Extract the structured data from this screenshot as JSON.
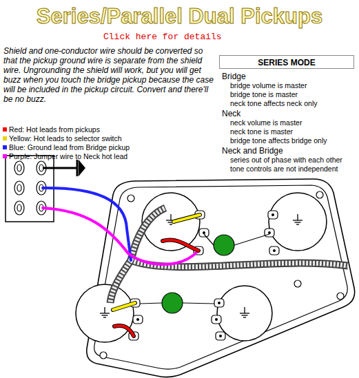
{
  "diagram": {
    "title": "Series/Parallel Dual Pickups",
    "nodes": [
      {
        "text": [
          "SERIES MODE"
        ]
      }
    ],
    "edges": [],
    "labels": [
      "Click here for details",
      "Shield and one-conductor wire should be converted so that the pickup ground wire is separate from the shield wire. Ungrounding the shield will work, but you will get buzz when you touch the bridge pickup because the case will be included in the pickup circuit. Convert and there'll be no buzz.",
      "Bridge",
      "bridge volume is master",
      "bridge tone is master",
      "neck tone affects neck only",
      "Neck",
      "neck volume is master",
      "neck tone is master",
      "bridge tone affects bridge only",
      "Neck and Bridge",
      "series out of phase with each other",
      "tone controls are not independent"
    ],
    "legend": [
      {
        "text": "Red: Hot leads from pickups",
        "color": "#ff0000"
      },
      {
        "text": "Yellow: Hot leads to selector switch",
        "color": "#e6d200"
      },
      {
        "text": "Blue: Ground lead from Bridge pickup",
        "color": "#2222ff"
      },
      {
        "text": "Purple: Jumper wire to Neck hot lead",
        "color": "#ff00ff"
      }
    ]
  }
}
